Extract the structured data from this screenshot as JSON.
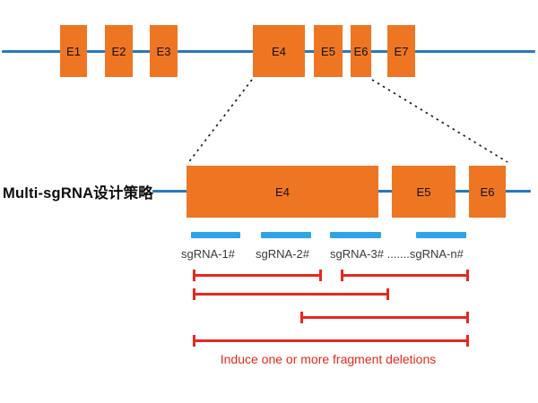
{
  "top_gene": {
    "exons": [
      {
        "label": "E1"
      },
      {
        "label": "E2"
      },
      {
        "label": "E3"
      },
      {
        "label": "E4"
      },
      {
        "label": "E5"
      },
      {
        "label": "E6"
      },
      {
        "label": "E7"
      }
    ]
  },
  "strategy": {
    "label": "Multi-sgRNA设计策略",
    "exons": [
      {
        "label": "E4"
      },
      {
        "label": "E5"
      },
      {
        "label": "E6"
      }
    ],
    "sgrna_labels": [
      {
        "text": "sgRNA-1#"
      },
      {
        "text": "sgRNA-2#"
      },
      {
        "text": "sgRNA-3# .......sgRNA-n#"
      }
    ],
    "caption": "Induce one or more fragment deletions"
  },
  "colors": {
    "exon_orange": "#EE7623",
    "gene_line_blue": "#2878BE",
    "sgrna_blue": "#2EA3E8",
    "deletion_red": "#E8281E"
  }
}
